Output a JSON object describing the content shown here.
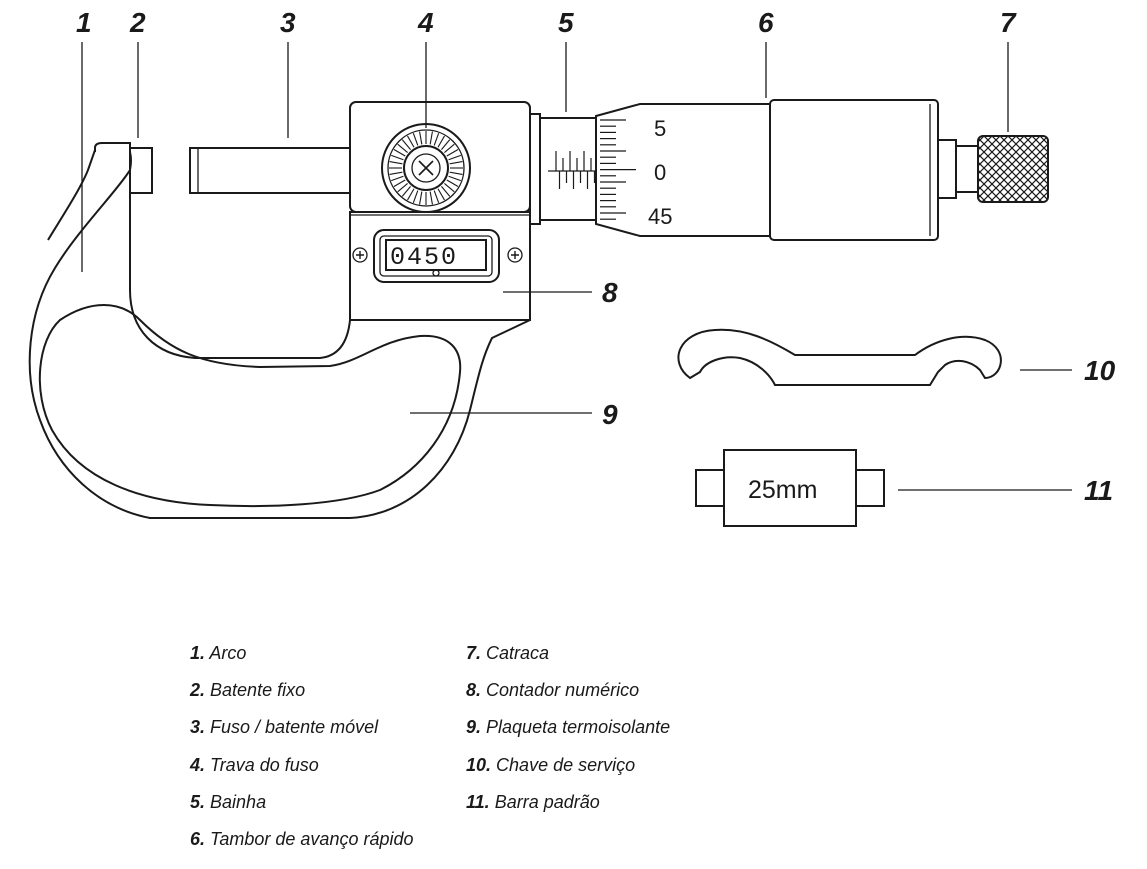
{
  "callouts": [
    "1",
    "2",
    "3",
    "4",
    "5",
    "6",
    "7",
    "8",
    "9",
    "10",
    "11"
  ],
  "counter_value": "0450",
  "thimble_scale": [
    "5",
    "0",
    "45"
  ],
  "gauge_bar_label": "25mm",
  "legend": [
    {
      "num": "1.",
      "label": "Arco"
    },
    {
      "num": "2.",
      "label": "Batente fixo"
    },
    {
      "num": "3.",
      "label": "Fuso / batente móvel"
    },
    {
      "num": "4.",
      "label": "Trava do fuso"
    },
    {
      "num": "5.",
      "label": "Bainha"
    },
    {
      "num": "6.",
      "label": "Tambor de avanço rápido"
    },
    {
      "num": "7.",
      "label": "Catraca"
    },
    {
      "num": "8.",
      "label": "Contador numérico"
    },
    {
      "num": "9.",
      "label": "Plaqueta termoisolante"
    },
    {
      "num": "10.",
      "label": "Chave de serviço"
    },
    {
      "num": "11.",
      "label": "Barra padrão"
    }
  ]
}
